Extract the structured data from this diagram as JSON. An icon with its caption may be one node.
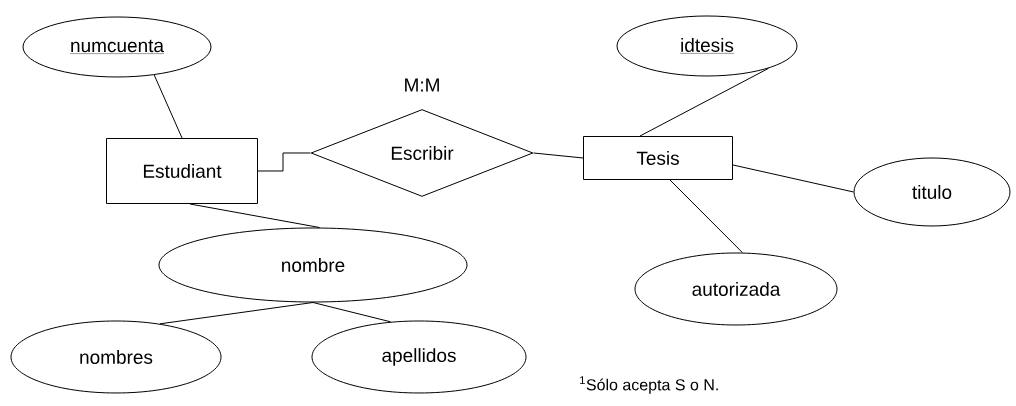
{
  "diagram": {
    "nodes": [
      {
        "text": [
          "numcuenta"
        ]
      },
      {
        "text": [
          "Estudiant"
        ]
      },
      {
        "text": [
          "Escribir"
        ]
      },
      {
        "text": [
          "Tesis"
        ]
      },
      {
        "text": [
          "idtesis"
        ]
      },
      {
        "text": [
          "titulo"
        ]
      },
      {
        "text": [
          "autorizada"
        ]
      },
      {
        "text": [
          "nombre"
        ]
      },
      {
        "text": [
          "nombres"
        ]
      },
      {
        "text": [
          "apellidos"
        ]
      }
    ],
    "edges": [
      {
        "from": 0,
        "to": 1,
        "arrow": "none"
      },
      {
        "from": 1,
        "to": 2,
        "arrow": "none"
      },
      {
        "from": 2,
        "to": 3,
        "arrow": "none"
      },
      {
        "from": 3,
        "to": 4,
        "arrow": "none"
      },
      {
        "from": 3,
        "to": 5,
        "arrow": "none"
      },
      {
        "from": 3,
        "to": 6,
        "arrow": "none"
      },
      {
        "from": 1,
        "to": 7,
        "arrow": "none"
      },
      {
        "from": 7,
        "to": 8,
        "arrow": "none"
      },
      {
        "from": 7,
        "to": 9,
        "arrow": "none"
      }
    ],
    "labels": [
      "M:M",
      "$^{1}$Sólo acepta S o N."
    ]
  }
}
